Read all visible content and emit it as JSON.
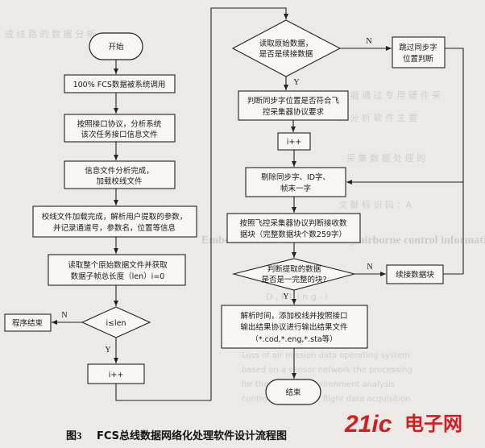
{
  "nodes": {
    "start": "开始",
    "fcs_call": "100% FCS数据被系统调用",
    "protocol_1": "按照接口协议，分析系统",
    "protocol_2": "该次任务接口信息文件",
    "info_1": "信息文件分析完成，",
    "info_2": "加载校线文件",
    "calib_1": "校线文件加载完成，解析用户提取的参数，",
    "calib_2": "并记录通道号，参数名，位置等信息",
    "read_1": "读取整个原始数据文件并获取",
    "read_2": "数据子帧总长度（len）i=0",
    "loop_cond": "i≤len",
    "program_end": "程序结束",
    "incr_left": "i++",
    "read_raw_1": "读取原始数据，",
    "read_raw_2": "是否是续接数据",
    "skip_1": "跳过同步字",
    "skip_2": "位置判断",
    "judge_1": "判断同步字位置是否符合飞",
    "judge_2": "控采集器协议要求",
    "incr_right": "i++",
    "remove_1": "剔除同步字、ID字、",
    "remove_2": "帧末一字",
    "receive_1": "按照飞控采集器协议判断接收数",
    "receive_2": "据块（完整数据块个数259字）",
    "complete_1": "判断提取的数据",
    "complete_2": "是否是一完整的块?",
    "continue_block": "续接数据块",
    "parse_1": "解析时间，添加校线并按照接口",
    "parse_2": "输出结果协议进行输出结果文件",
    "parse_3": "（*.cod,*.eng,*.sta等）",
    "end": "结束"
  },
  "edge_labels": {
    "n_left": "N",
    "y_left": "Y",
    "n_top": "N",
    "y_top": "Y",
    "n_mid": "N",
    "y_mid": "Y"
  },
  "caption": {
    "number": "图3",
    "text": "FCS总线数据网络化处理软件设计流程图"
  },
  "watermark": {
    "brand_a": "21ic",
    "brand_b": "电子网"
  }
}
